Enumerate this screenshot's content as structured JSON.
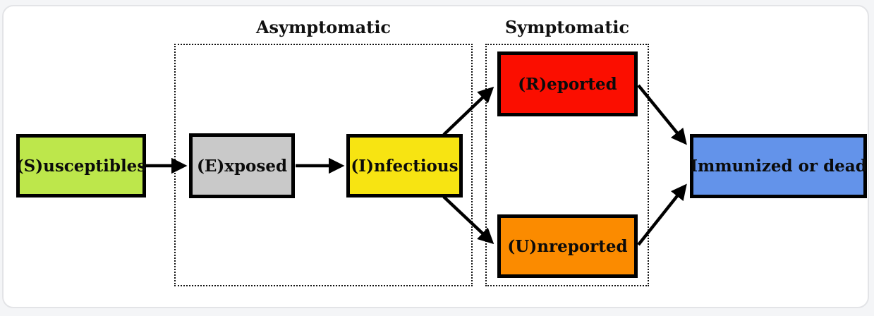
{
  "diagram": {
    "regions": [
      {
        "id": "asymptomatic",
        "label": "Asymptomatic",
        "contains": [
          "E",
          "I"
        ]
      },
      {
        "id": "symptomatic",
        "label": "Symptomatic",
        "contains": [
          "R",
          "U"
        ]
      }
    ],
    "nodes": [
      {
        "id": "S",
        "label": "(S)usceptibles",
        "color": "#bde74b"
      },
      {
        "id": "E",
        "label": "(E)xposed",
        "color": "#c9c9c9"
      },
      {
        "id": "I",
        "label": "(I)nfectious",
        "color": "#f7e412"
      },
      {
        "id": "R",
        "label": "(R)eported",
        "color": "#fb0e00"
      },
      {
        "id": "U",
        "label": "(U)nreported",
        "color": "#fb8b00"
      },
      {
        "id": "D",
        "label": "Immunized or dead",
        "color": "#6393ea"
      }
    ],
    "edges": [
      {
        "from": "S",
        "to": "E"
      },
      {
        "from": "E",
        "to": "I"
      },
      {
        "from": "I",
        "to": "R"
      },
      {
        "from": "I",
        "to": "U"
      },
      {
        "from": "R",
        "to": "D"
      },
      {
        "from": "U",
        "to": "D"
      }
    ],
    "colors": {
      "border": "#000000",
      "arrow": "#000000",
      "dotted_frame": "#111111",
      "card_background": "#ffffff",
      "page_background": "#f4f5f7"
    }
  }
}
